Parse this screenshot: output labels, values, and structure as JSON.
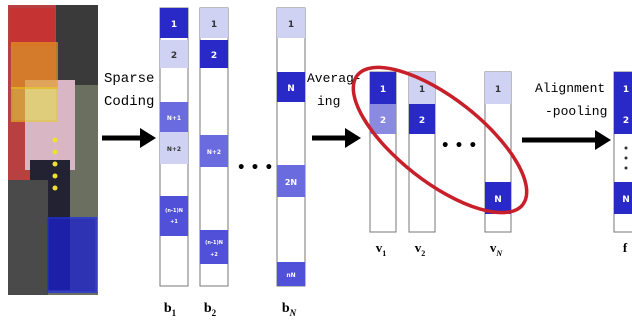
{
  "steps": {
    "sparse_coding": [
      "Sparse",
      "Coding"
    ],
    "averaging": [
      "Averag-",
      "ing"
    ],
    "alignment_pooling": [
      "Alignment",
      "-pooling"
    ]
  },
  "b_columns": {
    "b1": [
      "1",
      "2",
      "N+1",
      "N+2",
      "(n-1)N",
      "+1"
    ],
    "b2": [
      "1",
      "2",
      "N+2",
      "(n-1)N",
      "+2"
    ],
    "bN": [
      "1",
      "N",
      "2N",
      "nN"
    ]
  },
  "b_labels": {
    "b1": "b",
    "b1_sub": "1",
    "b2": "b",
    "b2_sub": "2",
    "bN": "b",
    "bN_sub": "N"
  },
  "v_columns": {
    "v1": [
      "1",
      "2"
    ],
    "v2": [
      "1",
      "2"
    ],
    "vN": [
      "1",
      "N"
    ]
  },
  "v_labels": {
    "v1": "v",
    "v1_sub": "1",
    "v2": "v",
    "v2_sub": "2",
    "vN": "v",
    "vN_sub": "N"
  },
  "f_column": [
    "1",
    "2",
    "N"
  ],
  "f_label": "f",
  "ellipsis": "• • •",
  "colors": {
    "dark_blue": "#2929c8",
    "mid_blue": "#6b6be0",
    "light_blue": "#cfd2f2",
    "ellipse_red": "#c8202a",
    "arrow": "#000000"
  }
}
